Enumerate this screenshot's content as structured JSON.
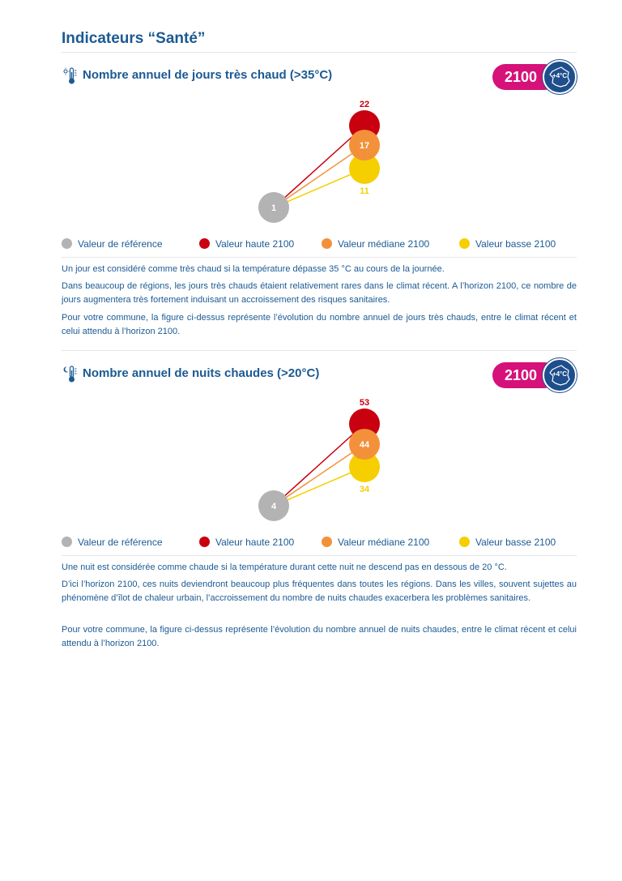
{
  "page_title": "Indicateurs “Santé”",
  "colors": {
    "reference": "#b3b3b3",
    "high": "#c8000f",
    "median": "#f3913a",
    "low": "#f6cf00",
    "title": "#1b5a93",
    "badge_pink": "#d6117a",
    "badge_blue": "#1e4e8c"
  },
  "legend": {
    "reference": "Valeur de référence",
    "high": "Valeur haute 2100",
    "median": "Valeur médiane 2100",
    "low": "Valeur basse 2100"
  },
  "sections": [
    {
      "title": "Nombre annuel de jours très chaud (>35°C)",
      "icon": "thermometer-sun-icon",
      "badge": {
        "year": "2100",
        "warming": "+4°C",
        "icon": "france-map-icon"
      },
      "paragraphs": [
        "Un jour est considéré comme très chaud si la température dépasse 35 °C au cours de la journée.",
        "Dans beaucoup de régions, les jours très chauds étaient relativement rares dans le climat récent. A l’horizon 2100, ce nombre de jours augmentera très fortement induisant un accroissement des risques sanitaires.",
        "Pour votre commune, la figure ci-dessus représente l’évolution du nombre annuel de jours très chauds, entre le climat récent et celui attendu à l’horizon 2100."
      ]
    },
    {
      "title": "Nombre annuel de nuits chaudes (>20°C)",
      "icon": "thermometer-moon-icon",
      "badge": {
        "year": "2100",
        "warming": "+4°C",
        "icon": "france-map-icon"
      },
      "paragraphs": [
        "Une nuit est considérée comme chaude si la température durant cette nuit ne descend pas en dessous de 20 °C.",
        "D’ici l’horizon 2100, ces nuits deviendront beaucoup plus fréquentes dans toutes les régions. Dans les villes, souvent sujettes au phénomène d’îlot de chaleur urbain, l’accroissement du nombre de nuits chaudes exacerbera les problèmes sanitaires.",
        "Pour votre commune, la figure ci-dessus représente l’évolution du nombre annuel de nuits chaudes, entre le climat récent et celui attendu à l’horizon 2100."
      ]
    }
  ],
  "chart_data": [
    {
      "type": "scatter",
      "categories": [
        "Valeur de référence",
        "Valeur haute 2100",
        "Valeur médiane 2100",
        "Valeur basse 2100"
      ],
      "values": [
        1,
        22,
        17,
        11
      ],
      "value_labels": [
        "1",
        "22",
        "17",
        "11"
      ]
    },
    {
      "type": "scatter",
      "categories": [
        "Valeur de référence",
        "Valeur haute 2100",
        "Valeur médiane 2100",
        "Valeur basse 2100"
      ],
      "values": [
        4,
        53,
        44,
        34
      ],
      "value_labels": [
        "4",
        "53",
        "44",
        "34"
      ]
    }
  ]
}
